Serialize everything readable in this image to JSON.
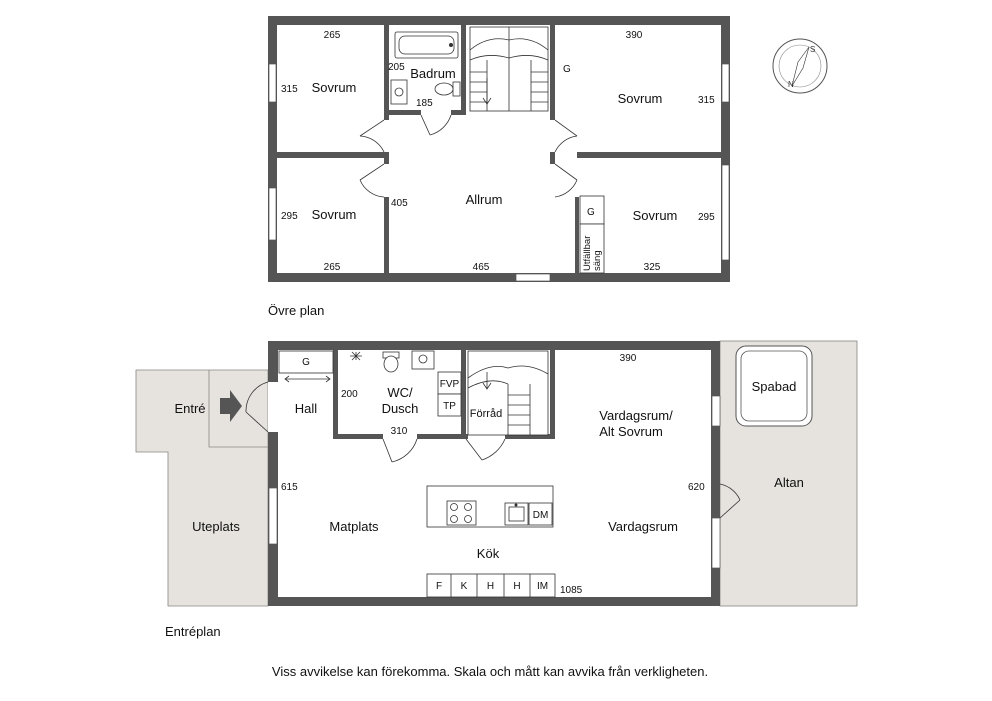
{
  "upper": {
    "caption": "Övre plan",
    "rooms": {
      "sovrum_tl": "Sovrum",
      "sovrum_bl": "Sovrum",
      "badrum": "Badrum",
      "allrum": "Allrum",
      "sovrum_tr": "Sovrum",
      "sovrum_br": "Sovrum"
    },
    "dims": {
      "tl_top": "265",
      "tl_side": "315",
      "bl_side": "295",
      "bl_bottom": "265",
      "bad_w": "205",
      "bad_d": "185",
      "allrum_side": "405",
      "allrum_bottom": "465",
      "tr_top": "390",
      "tr_side": "315",
      "br_side": "295",
      "br_bottom": "325"
    },
    "labels": {
      "g_top": "G",
      "g_closet": "G",
      "bed_1": "Utfällbar",
      "bed_2": "säng"
    }
  },
  "entry": {
    "caption": "Entréplan",
    "rooms": {
      "entre": "Entré",
      "hall": "Hall",
      "wc_1": "WC/",
      "wc_2": "Dusch",
      "forrad": "Förråd",
      "vardag_1": "Vardagsrum/",
      "vardag_2": "Alt Sovrum",
      "matplats": "Matplats",
      "kok": "Kök",
      "vardagsrum": "Vardagsrum",
      "uteplats": "Uteplats",
      "altan": "Altan",
      "spabad": "Spabad"
    },
    "dims": {
      "wc_side": "200",
      "wc_bottom": "310",
      "main_left": "615",
      "main_right": "620",
      "vardag_top": "390",
      "total": "1085"
    },
    "labels": {
      "g_hall": "G",
      "fvp": "FVP",
      "tp": "TP",
      "dm": "DM",
      "appliances": [
        "F",
        "K",
        "H",
        "H",
        "IM"
      ]
    }
  },
  "disclaimer": "Viss avvikelse kan förekomma. Skala och mått kan avvika från verkligheten."
}
